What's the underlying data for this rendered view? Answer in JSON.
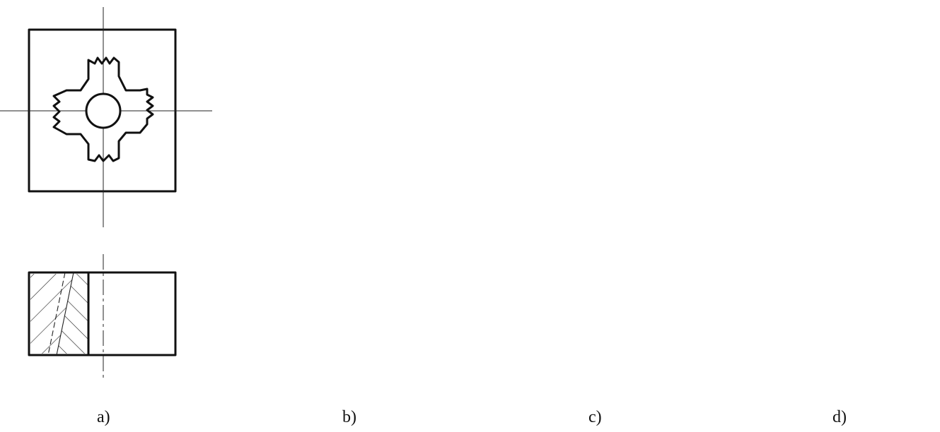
{
  "captions": {
    "a": "a)",
    "b": "b)",
    "c": "c)",
    "d": "d)"
  }
}
